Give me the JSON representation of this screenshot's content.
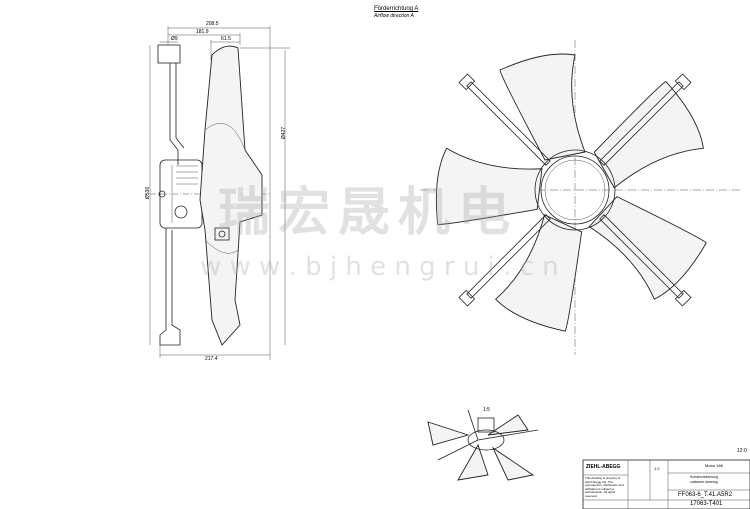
{
  "airflow": {
    "de": "Förderrichtung A",
    "en": "Airflow direction A"
  },
  "dimensions": {
    "overall_depth": "208.5",
    "depth_2": "181.9",
    "hole": "Ø9",
    "blade_depth": "61.5",
    "blade_diameter": "Ø427",
    "outer_diameter": "Ø536",
    "bottom_depth": "217.4"
  },
  "iso_view": {
    "scale": "1:5"
  },
  "title_block": {
    "brand": "ZIEHL-ABEGG",
    "scale": "1:2",
    "motor": "Motor 186",
    "drawing_type_de": "Kundenzeichnung",
    "drawing_type_en": "customer drawing",
    "type_code": "FF063-6_T.41.A5R2",
    "drawing_number": "17063-T401",
    "sheet_ref": "12:0",
    "notice": "This drawing is property of Ziehl-Abegg AG. The reproduction, distribution and utilization is subject to authorization. All rights reserved."
  },
  "watermark": {
    "name": "瑞宏晟机电",
    "url": "w w w . b j h e n g r u i . c n"
  }
}
